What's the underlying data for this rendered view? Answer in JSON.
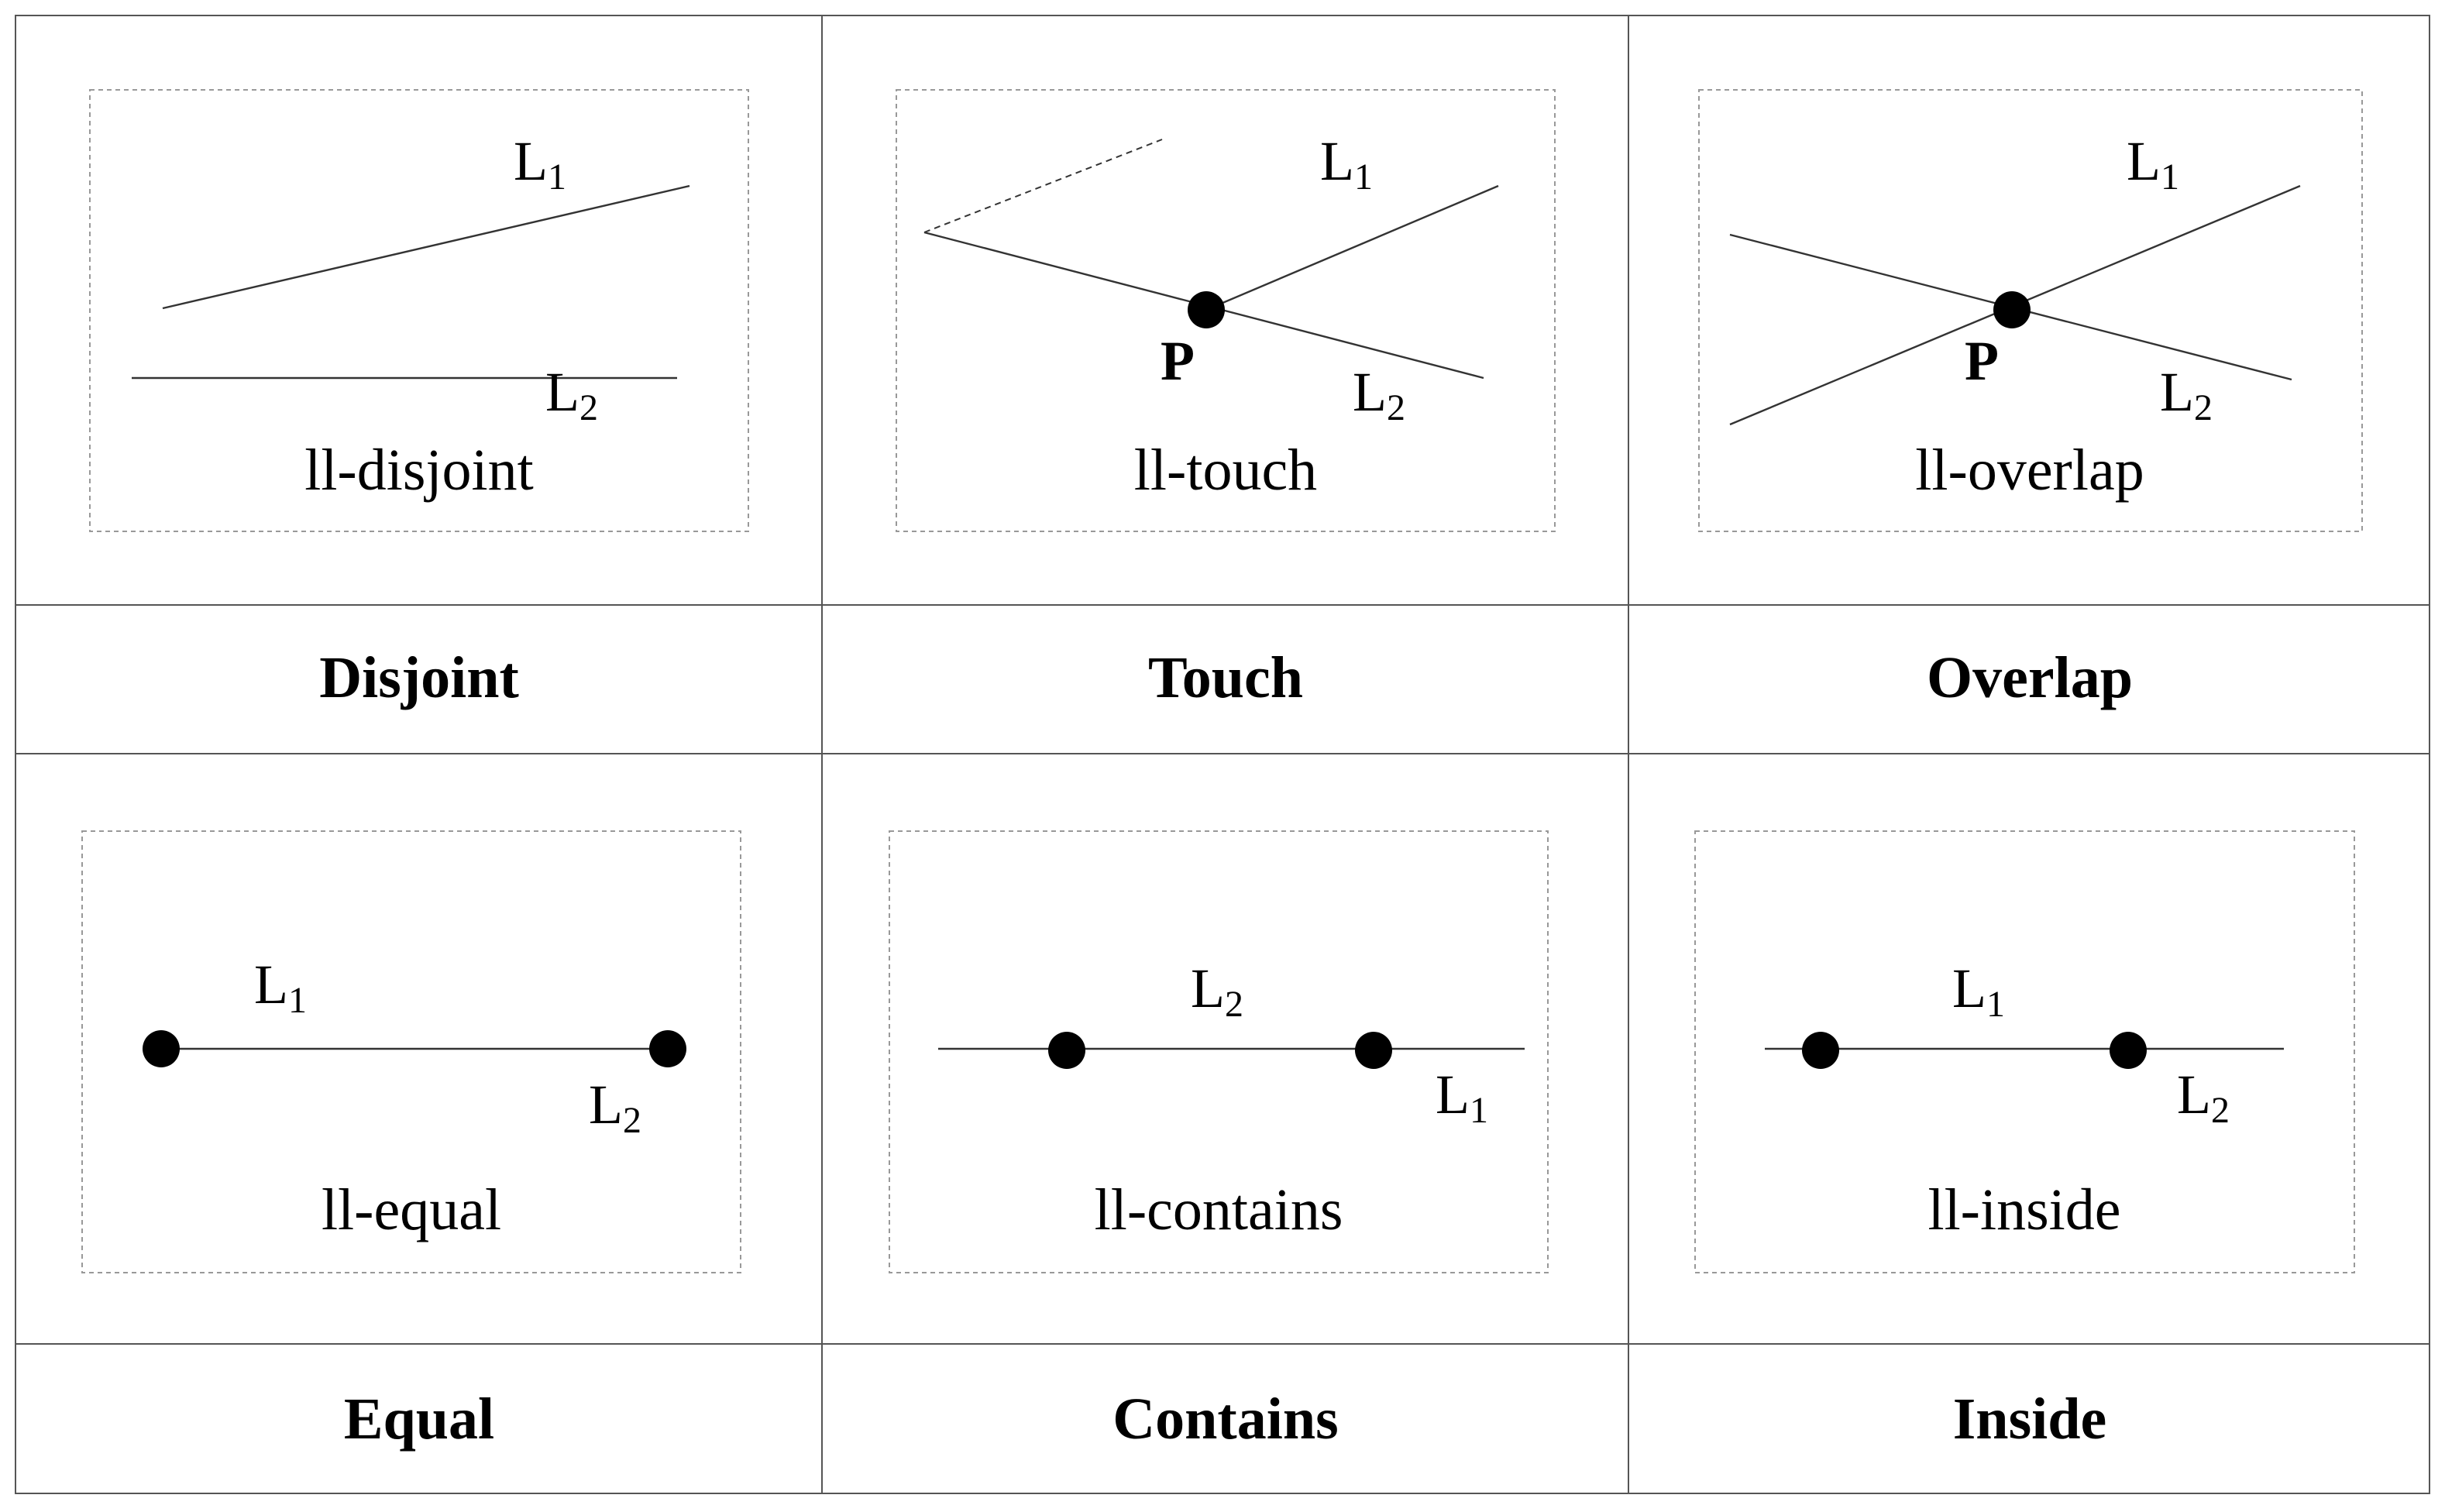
{
  "panels": [
    {
      "id": "disjoint",
      "caption": "ll-disjoint",
      "title": "Disjoint",
      "line1": {
        "base": "L",
        "sub": "1"
      },
      "line2": {
        "base": "L",
        "sub": "2"
      }
    },
    {
      "id": "touch",
      "caption": "ll-touch",
      "title": "Touch",
      "line1": {
        "base": "L",
        "sub": "1"
      },
      "line2": {
        "base": "L",
        "sub": "2"
      },
      "point": "P"
    },
    {
      "id": "overlap",
      "caption": "ll-overlap",
      "title": "Overlap",
      "line1": {
        "base": "L",
        "sub": "1"
      },
      "line2": {
        "base": "L",
        "sub": "2"
      },
      "point": "P"
    },
    {
      "id": "equal",
      "caption": "ll-equal",
      "title": "Equal",
      "line1": {
        "base": "L",
        "sub": "1"
      },
      "line2": {
        "base": "L",
        "sub": "2"
      }
    },
    {
      "id": "contains",
      "caption": "ll-contains",
      "title": "Contains",
      "line1": {
        "base": "L",
        "sub": "1"
      },
      "line2": {
        "base": "L",
        "sub": "2"
      }
    },
    {
      "id": "inside",
      "caption": "ll-inside",
      "title": "Inside",
      "line1": {
        "base": "L",
        "sub": "1"
      },
      "line2": {
        "base": "L",
        "sub": "2"
      }
    }
  ]
}
